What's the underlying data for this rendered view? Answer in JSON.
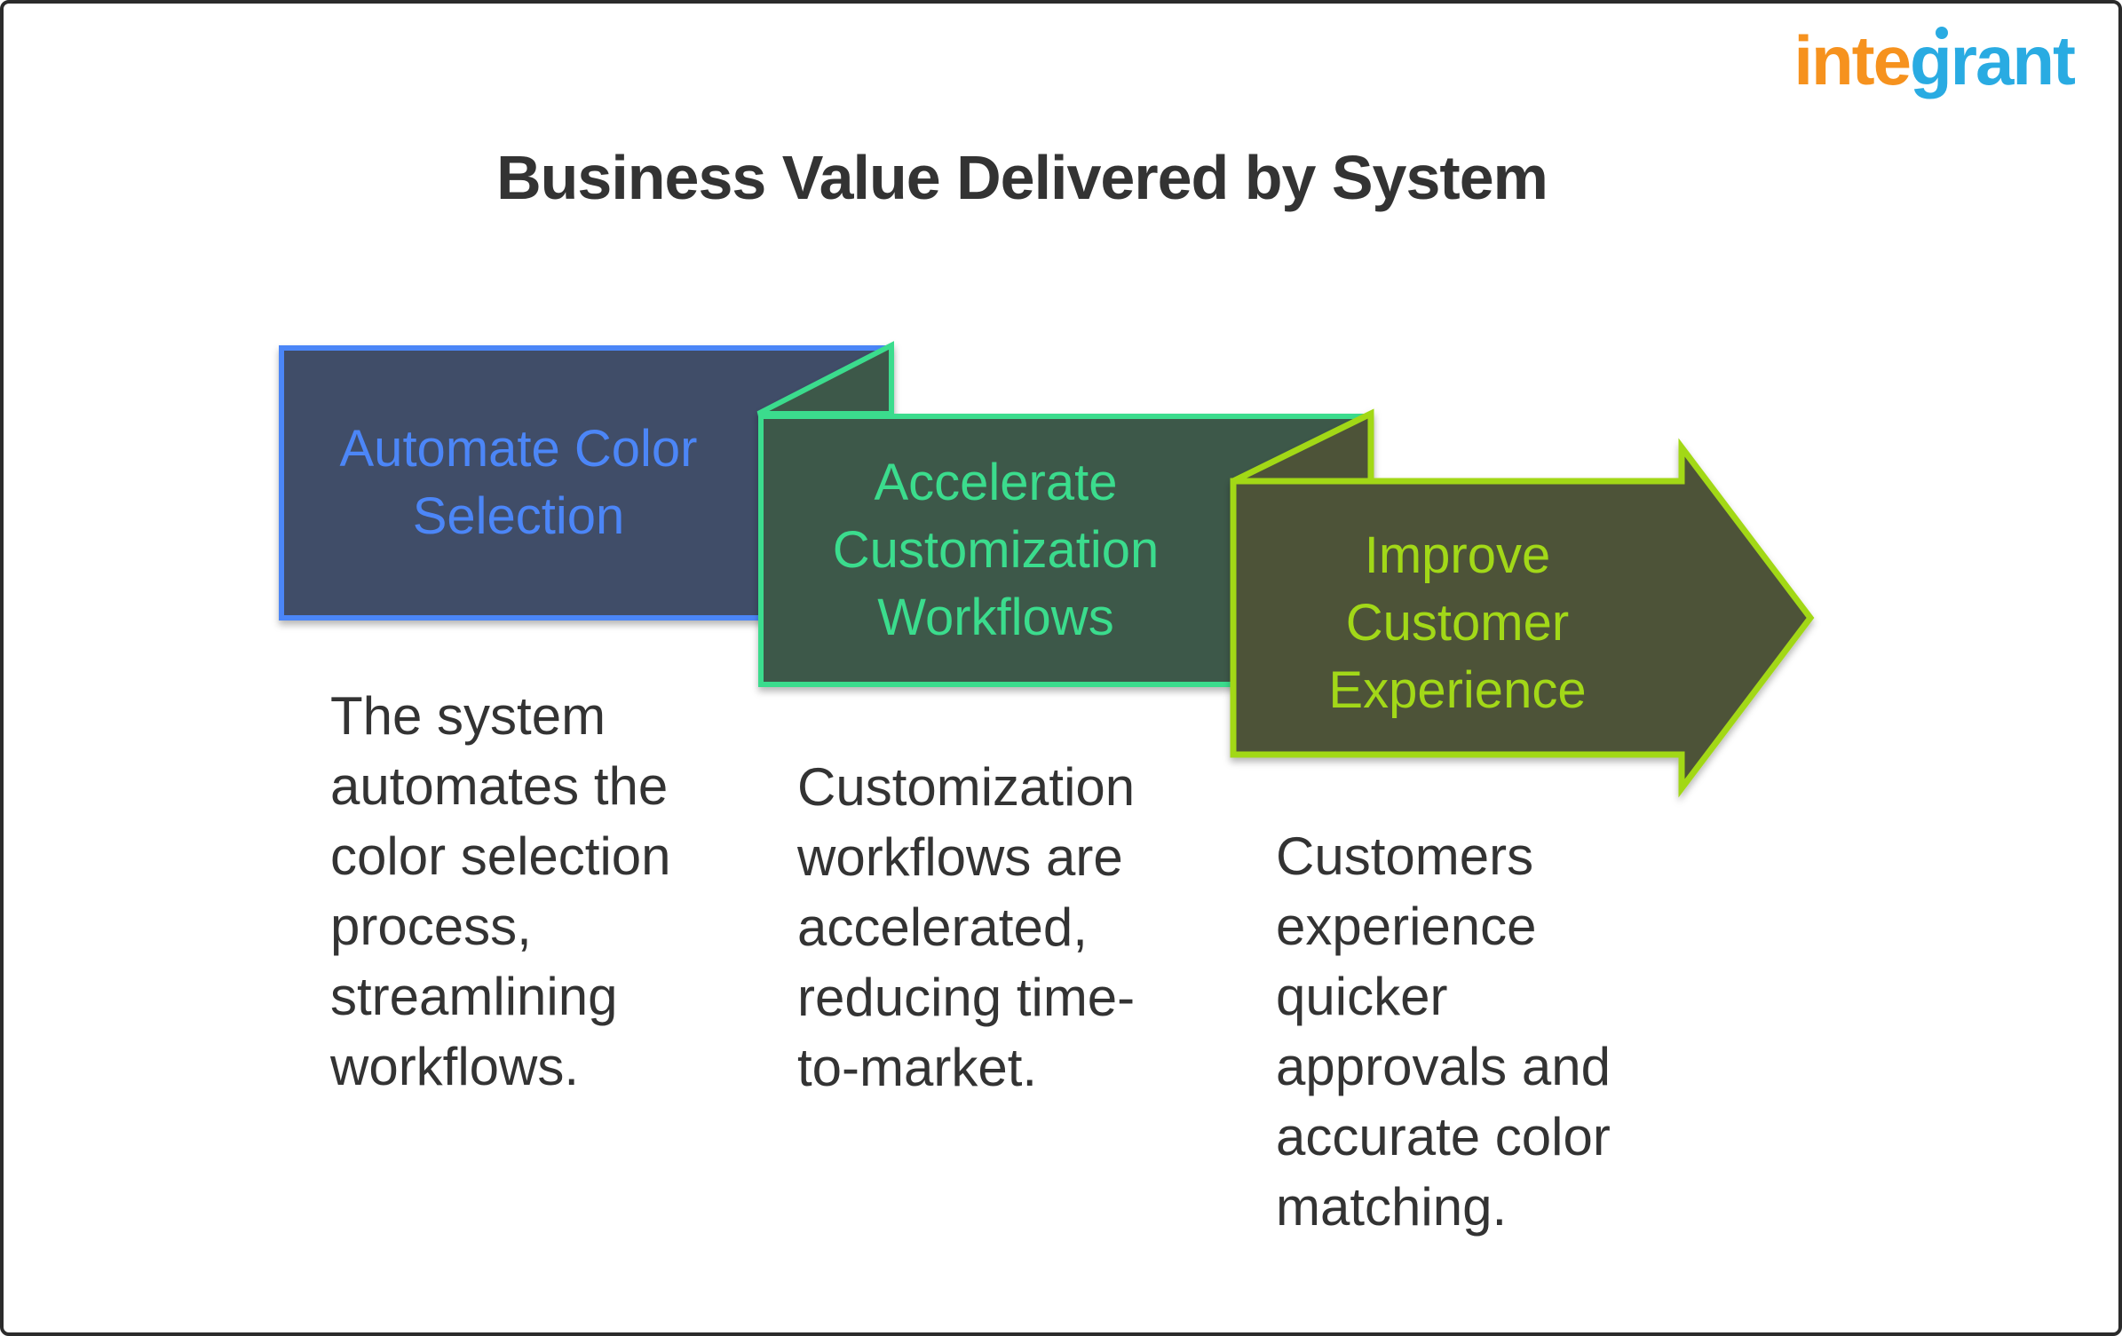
{
  "window": {
    "background": "#ffffff",
    "frame_color": "#2b2b2b"
  },
  "header": {
    "title": "Business Value Delivered by System",
    "title_color": "#333333",
    "logo": {
      "part1": "inte",
      "part2": "grant",
      "part1_color": "#f6921e",
      "part2_color": "#29abe2",
      "g_dot_color": "#29abe2"
    }
  },
  "diagram": {
    "steps": [
      {
        "label": "Automate Color\nSelection",
        "description": "The system\nautomates the\ncolor selection\nprocess,\nstreamlining\nworkflows.",
        "fill": "#3f4e68",
        "accent": "#4c86f7"
      },
      {
        "label": "Accelerate\nCustomization\nWorkflows",
        "description": "Customization\nworkflows are\naccelerated,\nreducing time-\nto-market.",
        "fill": "#3d5849",
        "accent": "#3bdc8d"
      },
      {
        "label": "Improve\nCustomer\nExperience",
        "description": "Customers\nexperience\nquicker\napprovals and\naccurate color\nmatching.",
        "fill": "#4e5338",
        "accent": "#a2d818"
      }
    ]
  }
}
